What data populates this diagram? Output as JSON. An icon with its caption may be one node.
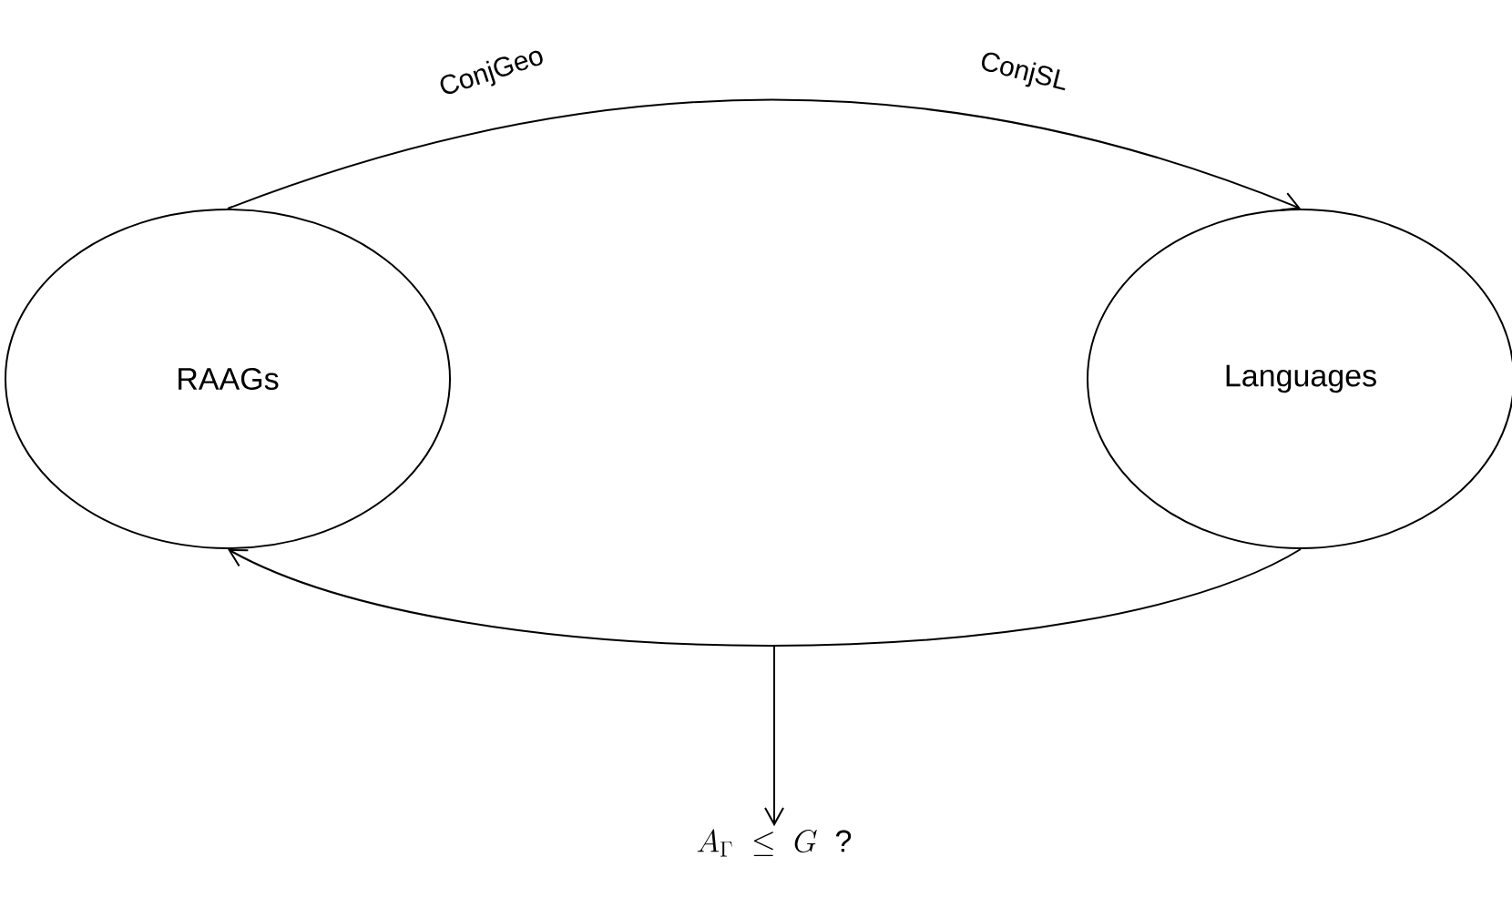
{
  "diagram": {
    "nodes": [
      {
        "text": [
          "RAAGs"
        ]
      },
      {
        "text": [
          "Languages"
        ]
      },
      {
        "text": [
          "A_{\\Gamma} \\;\\leq\\; G",
          "?"
        ]
      }
    ],
    "edges": [
      {
        "from": 0,
        "to": 1,
        "arrow": "to",
        "label": "ConjGeo"
      },
      {
        "from": 1,
        "to": 0,
        "arrow": "to"
      },
      {
        "from": null,
        "to": 2,
        "arrow": "to"
      }
    ],
    "labels": [
      "ConjSL"
    ]
  }
}
